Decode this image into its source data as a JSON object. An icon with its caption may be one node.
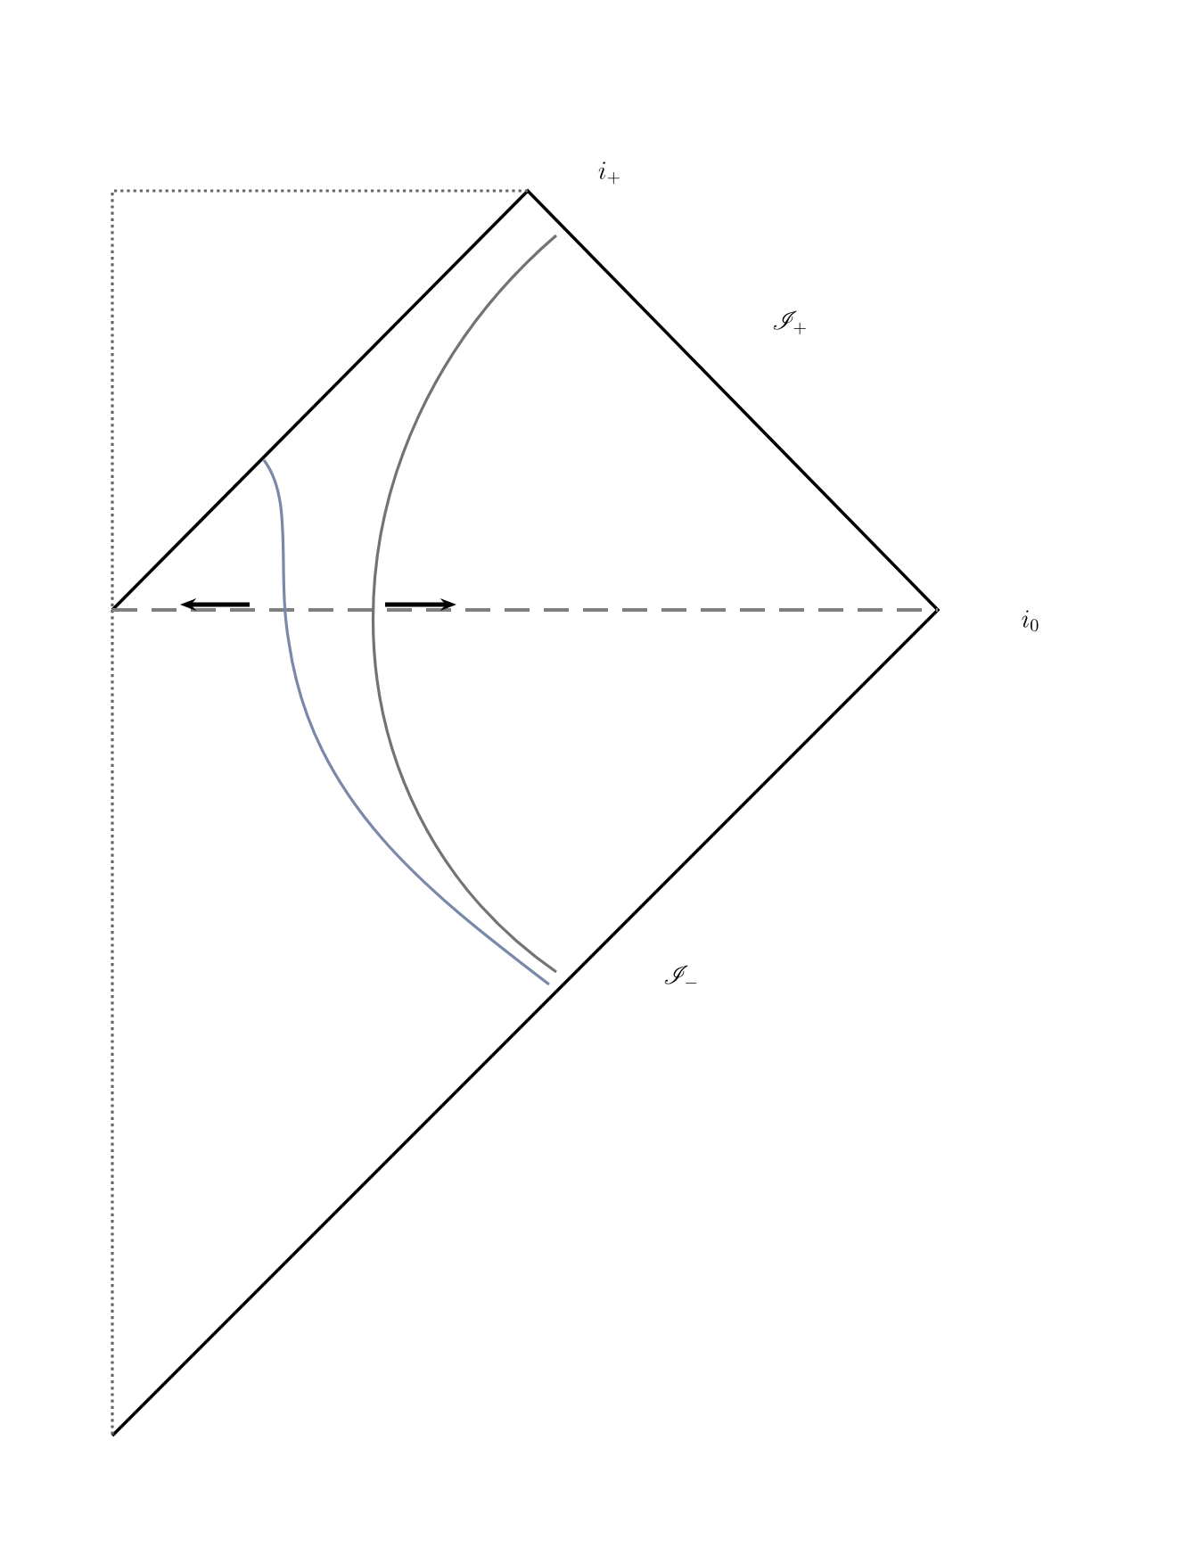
{
  "diagram": {
    "labels": [
      "i_+",
      "\\mathscr{I}_+",
      "i_0",
      "\\mathscr{I}_-"
    ]
  }
}
